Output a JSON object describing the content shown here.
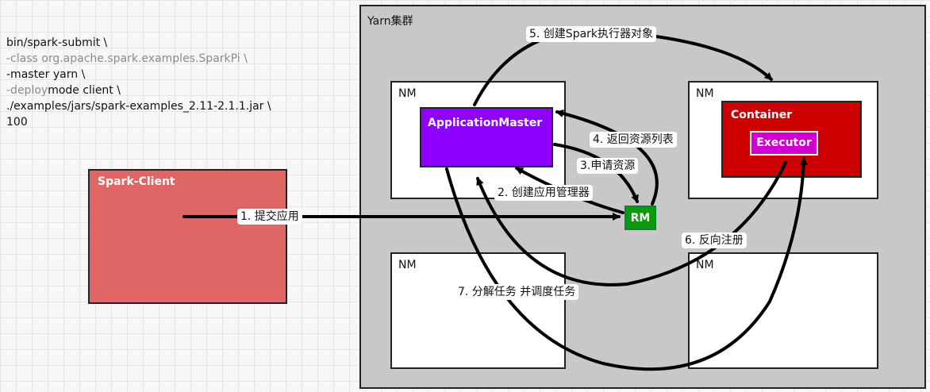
{
  "command": {
    "lines": [
      {
        "dim": "",
        "text": "bin/spark-submit \\"
      },
      {
        "dim": "-class org.apache.spark.examples.SparkPi \\",
        "text": ""
      },
      {
        "dim": "",
        "text": "-master yarn \\"
      },
      {
        "dim": "-deploy",
        "text": "mode client \\"
      },
      {
        "dim": "",
        "text": "./examples/jars/spark-examples_2.11-2.1.1.jar \\"
      },
      {
        "dim": "",
        "text": "100"
      }
    ]
  },
  "cluster": {
    "title": "Yarn集群"
  },
  "nodes": {
    "nm1": "NM",
    "nm2": "NM",
    "nm3": "NM",
    "nm4": "NM",
    "application_master": "ApplicationMaster",
    "container": "Container",
    "executor": "Executor",
    "rm": "RM",
    "spark_client": "Spark-Client"
  },
  "steps": {
    "s1": "1. 提交应用",
    "s2": "2. 创建应用管理器",
    "s3": "3.申请资源",
    "s4": "4. 返回资源列表",
    "s5": "5. 创建Spark执行器对象",
    "s6": "6. 反向注册",
    "s7": "7. 分解任务 并调度任务"
  },
  "colors": {
    "application_master": "#8e00ff",
    "container": "#cc0000",
    "executor": "#d100d1",
    "rm": "#0d9a0d",
    "spark_client": "#e06666",
    "cluster": "#c8c8c8"
  }
}
